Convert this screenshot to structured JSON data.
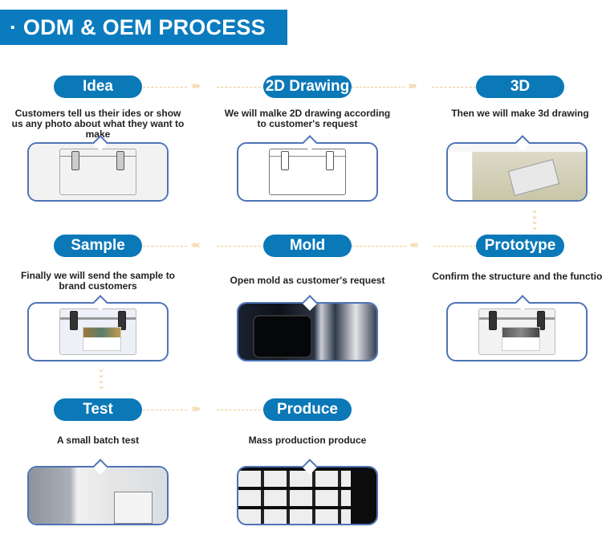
{
  "header": {
    "title": "· ODM & OEM PROCESS"
  },
  "colors": {
    "pill": "#0b78b8",
    "banner": "#0a7bbf",
    "frame_border": "#4e73b5",
    "connector": "#f0c98a"
  },
  "steps": [
    {
      "label": "Idea",
      "description": "Customers tell us their ides or show us any photo about what they want to make",
      "image": "cooler-sketch"
    },
    {
      "label": "2D Drawing",
      "description": "We will malke 2D drawing according to customer's request",
      "image": "cooler-line-drawing"
    },
    {
      "label": "3D",
      "description": "Then we will make 3d drawing",
      "image": "cad-3d-model"
    },
    {
      "label": "Prototype",
      "description": "Confirm the structure and the function",
      "image": "cooler-prototype"
    },
    {
      "label": "Mold",
      "description": "Open mold as customer's request",
      "image": "mold-machine"
    },
    {
      "label": "Sample",
      "description": "Finally we will send the sample to brand customers",
      "image": "cooler-sample"
    },
    {
      "label": "Test",
      "description": "A small batch test",
      "image": "test-lab"
    },
    {
      "label": "Produce",
      "description": "Mass production produce",
      "image": "production-line"
    }
  ],
  "connectors": {
    "right": "››››",
    "left": "‹‹‹‹",
    "down": "⌄"
  }
}
